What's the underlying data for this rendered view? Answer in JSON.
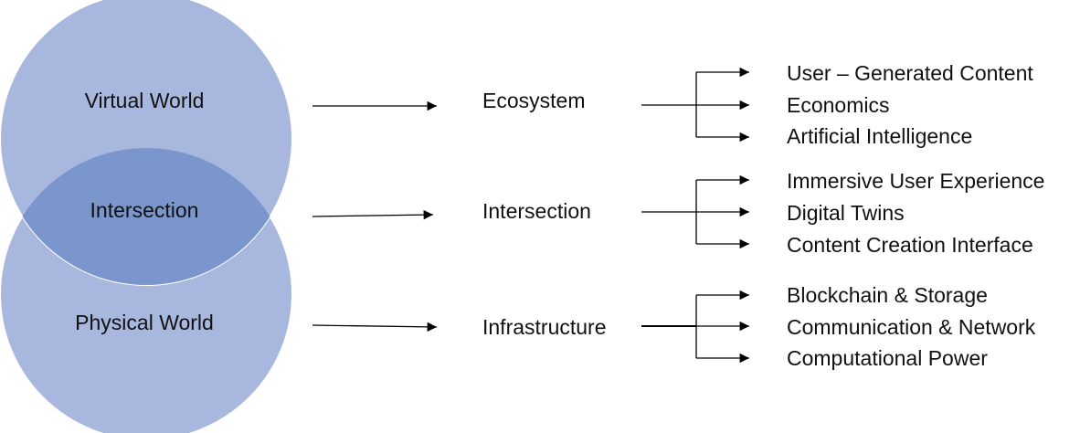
{
  "venn": {
    "virtual": "Virtual World",
    "intersection": "Intersection",
    "physical": "Physical World"
  },
  "colors": {
    "circle_fill": "#a7b7de",
    "overlap_fill": "#7a96cc",
    "circle_stroke": "#ffffff",
    "line": "#000000"
  },
  "categories": [
    {
      "label": "Ecosystem",
      "items": [
        "User – Generated Content",
        "Economics",
        "Artificial Intelligence"
      ]
    },
    {
      "label": "Intersection",
      "items": [
        "Immersive User Experience",
        "Digital Twins",
        "Content Creation Interface"
      ]
    },
    {
      "label": "Infrastructure",
      "items": [
        "Blockchain & Storage",
        "Communication & Network",
        "Computational Power"
      ]
    }
  ]
}
